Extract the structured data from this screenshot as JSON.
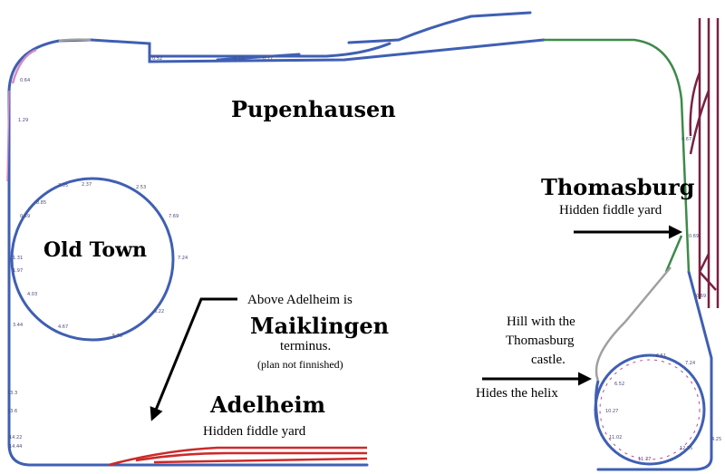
{
  "labels": {
    "pupenhausen": "Pupenhausen",
    "old_town": "Old Town",
    "thomasburg_title": "Thomasburg",
    "thomasburg_sub": "Hidden fiddle yard",
    "maiklingen_line1": "Above Adelheim is",
    "maiklingen_title": "Maiklingen",
    "maiklingen_line3": "terminus.",
    "maiklingen_line4": "(plan not finnished)",
    "adelheim_title": "Adelheim",
    "adelheim_sub": "Hidden fiddle yard",
    "hill_line1": "Hill with the",
    "hill_line2": "Thomasburg",
    "hill_line3": "castle.",
    "helix_note": "Hides the helix"
  },
  "track_markers": {
    "left_edge": [
      "0.64",
      "1.29",
      "1.97",
      "3.44",
      "13.3",
      "13.6",
      "14.22",
      "14.44"
    ],
    "old_town_loop": [
      "0.59",
      "1.31",
      "2.37",
      "2.53",
      "3.05",
      "4.03",
      "4.67",
      "5.39",
      "6.22",
      "7.24",
      "7.69",
      "8.85"
    ],
    "helix_loop": [
      "6.51",
      "6.52",
      "7.24",
      "10.27",
      "11.02",
      "11.77",
      "12.55",
      "4.25"
    ],
    "top_line": [
      "0.52",
      "0.72",
      "0.77"
    ],
    "thomasburg_yard": [
      "0.67",
      "0.69",
      "0.69"
    ]
  },
  "colors": {
    "main_track": "#3f5fb3",
    "grade_track": "#3d8a4a",
    "incline_track": "#a0a0a0",
    "pink_track": "#d88ac0",
    "thomasburg_yard": "#7a2040",
    "adelheim_yard": "#cc2a2a",
    "arrow": "#000000"
  }
}
